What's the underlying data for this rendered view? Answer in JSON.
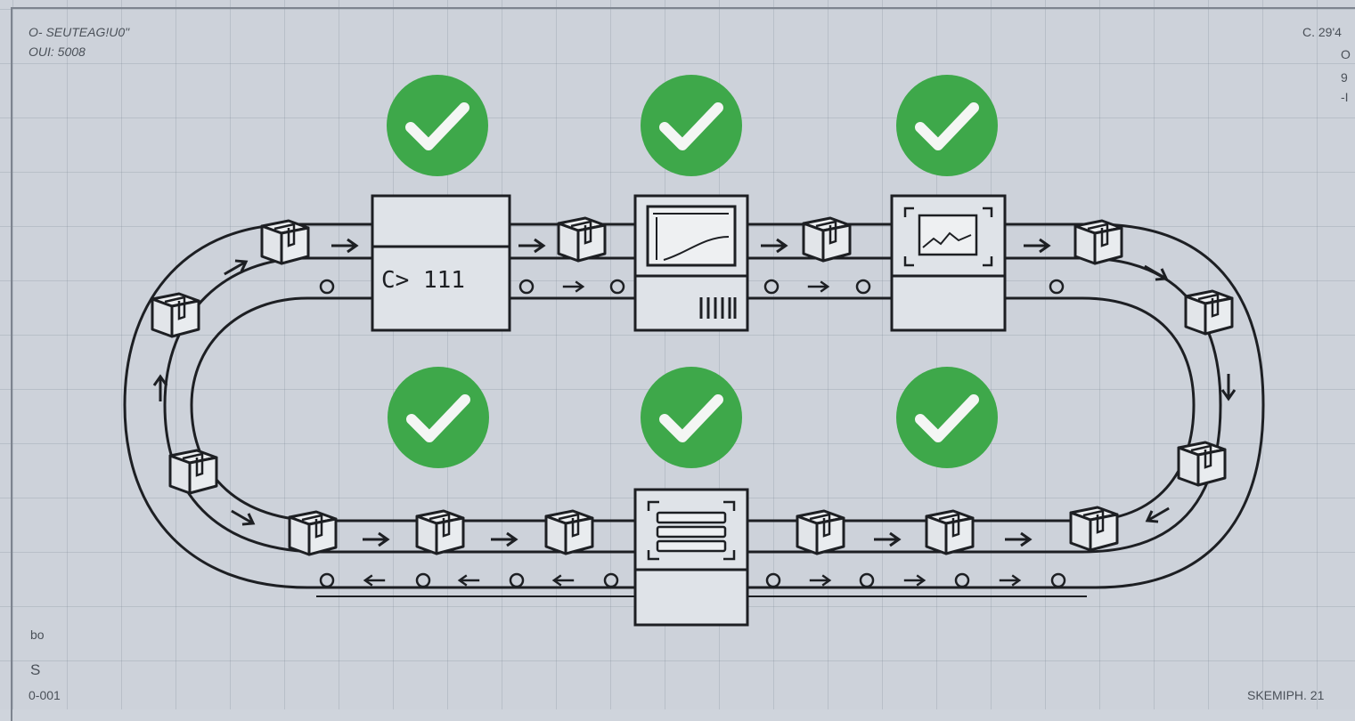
{
  "annotations": {
    "top_left_line1": "O- SEUTEAG!U0\"",
    "top_left_line2": "OUI: 5008",
    "top_right_line1": "C. 29'4",
    "top_right_line2": "O",
    "top_right_line3": "9",
    "top_right_line4": "-I",
    "bottom_left_line1": "bo",
    "bottom_left_line2": "S",
    "bottom_left_line3": "0-001",
    "bottom_right": "SKEMIPH. 21"
  },
  "stations": {
    "sorter_display": "C> 111"
  },
  "checkmarks": [
    {
      "status": "passed"
    },
    {
      "status": "passed"
    },
    {
      "status": "passed"
    },
    {
      "status": "passed"
    },
    {
      "status": "passed"
    },
    {
      "status": "passed"
    }
  ],
  "colors": {
    "check_fill": "#3ea84a",
    "check_mark": "#f4f6f4",
    "line": "#1d1f23",
    "box_fill": "#e4e7eb"
  },
  "icons": {
    "package": "package-icon",
    "check": "checkmark-icon",
    "arrow": "arrow-icon",
    "roller": "roller-icon"
  }
}
